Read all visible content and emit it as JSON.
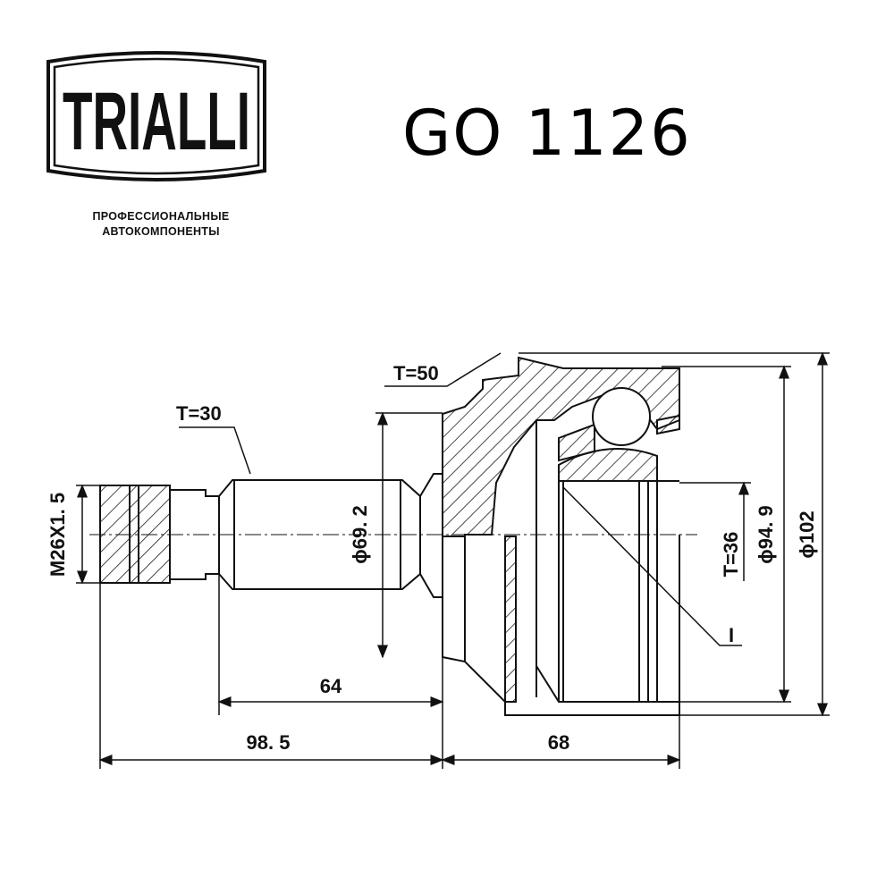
{
  "brand": {
    "logo_text": "TRIALLI",
    "tagline_line1": "ПРОФЕССИОНАЛЬНЫЕ",
    "tagline_line2": "АВТОКОМПОНЕНТЫ"
  },
  "part_number": "GO 1126",
  "dimensions": {
    "t_outer": "T=50",
    "t_shaft": "T=30",
    "thread": "M26X1. 5",
    "shaft_diameter": "ϕ69. 2",
    "t_inner": "T=36",
    "inner_diameter": "ϕ94. 9",
    "outer_diameter": "ϕ102",
    "ring_marker": "I",
    "shaft_length": "64",
    "total_shaft_length": "98. 5",
    "housing_length": "68"
  },
  "colors": {
    "ink": "#111111",
    "background": "#ffffff"
  }
}
